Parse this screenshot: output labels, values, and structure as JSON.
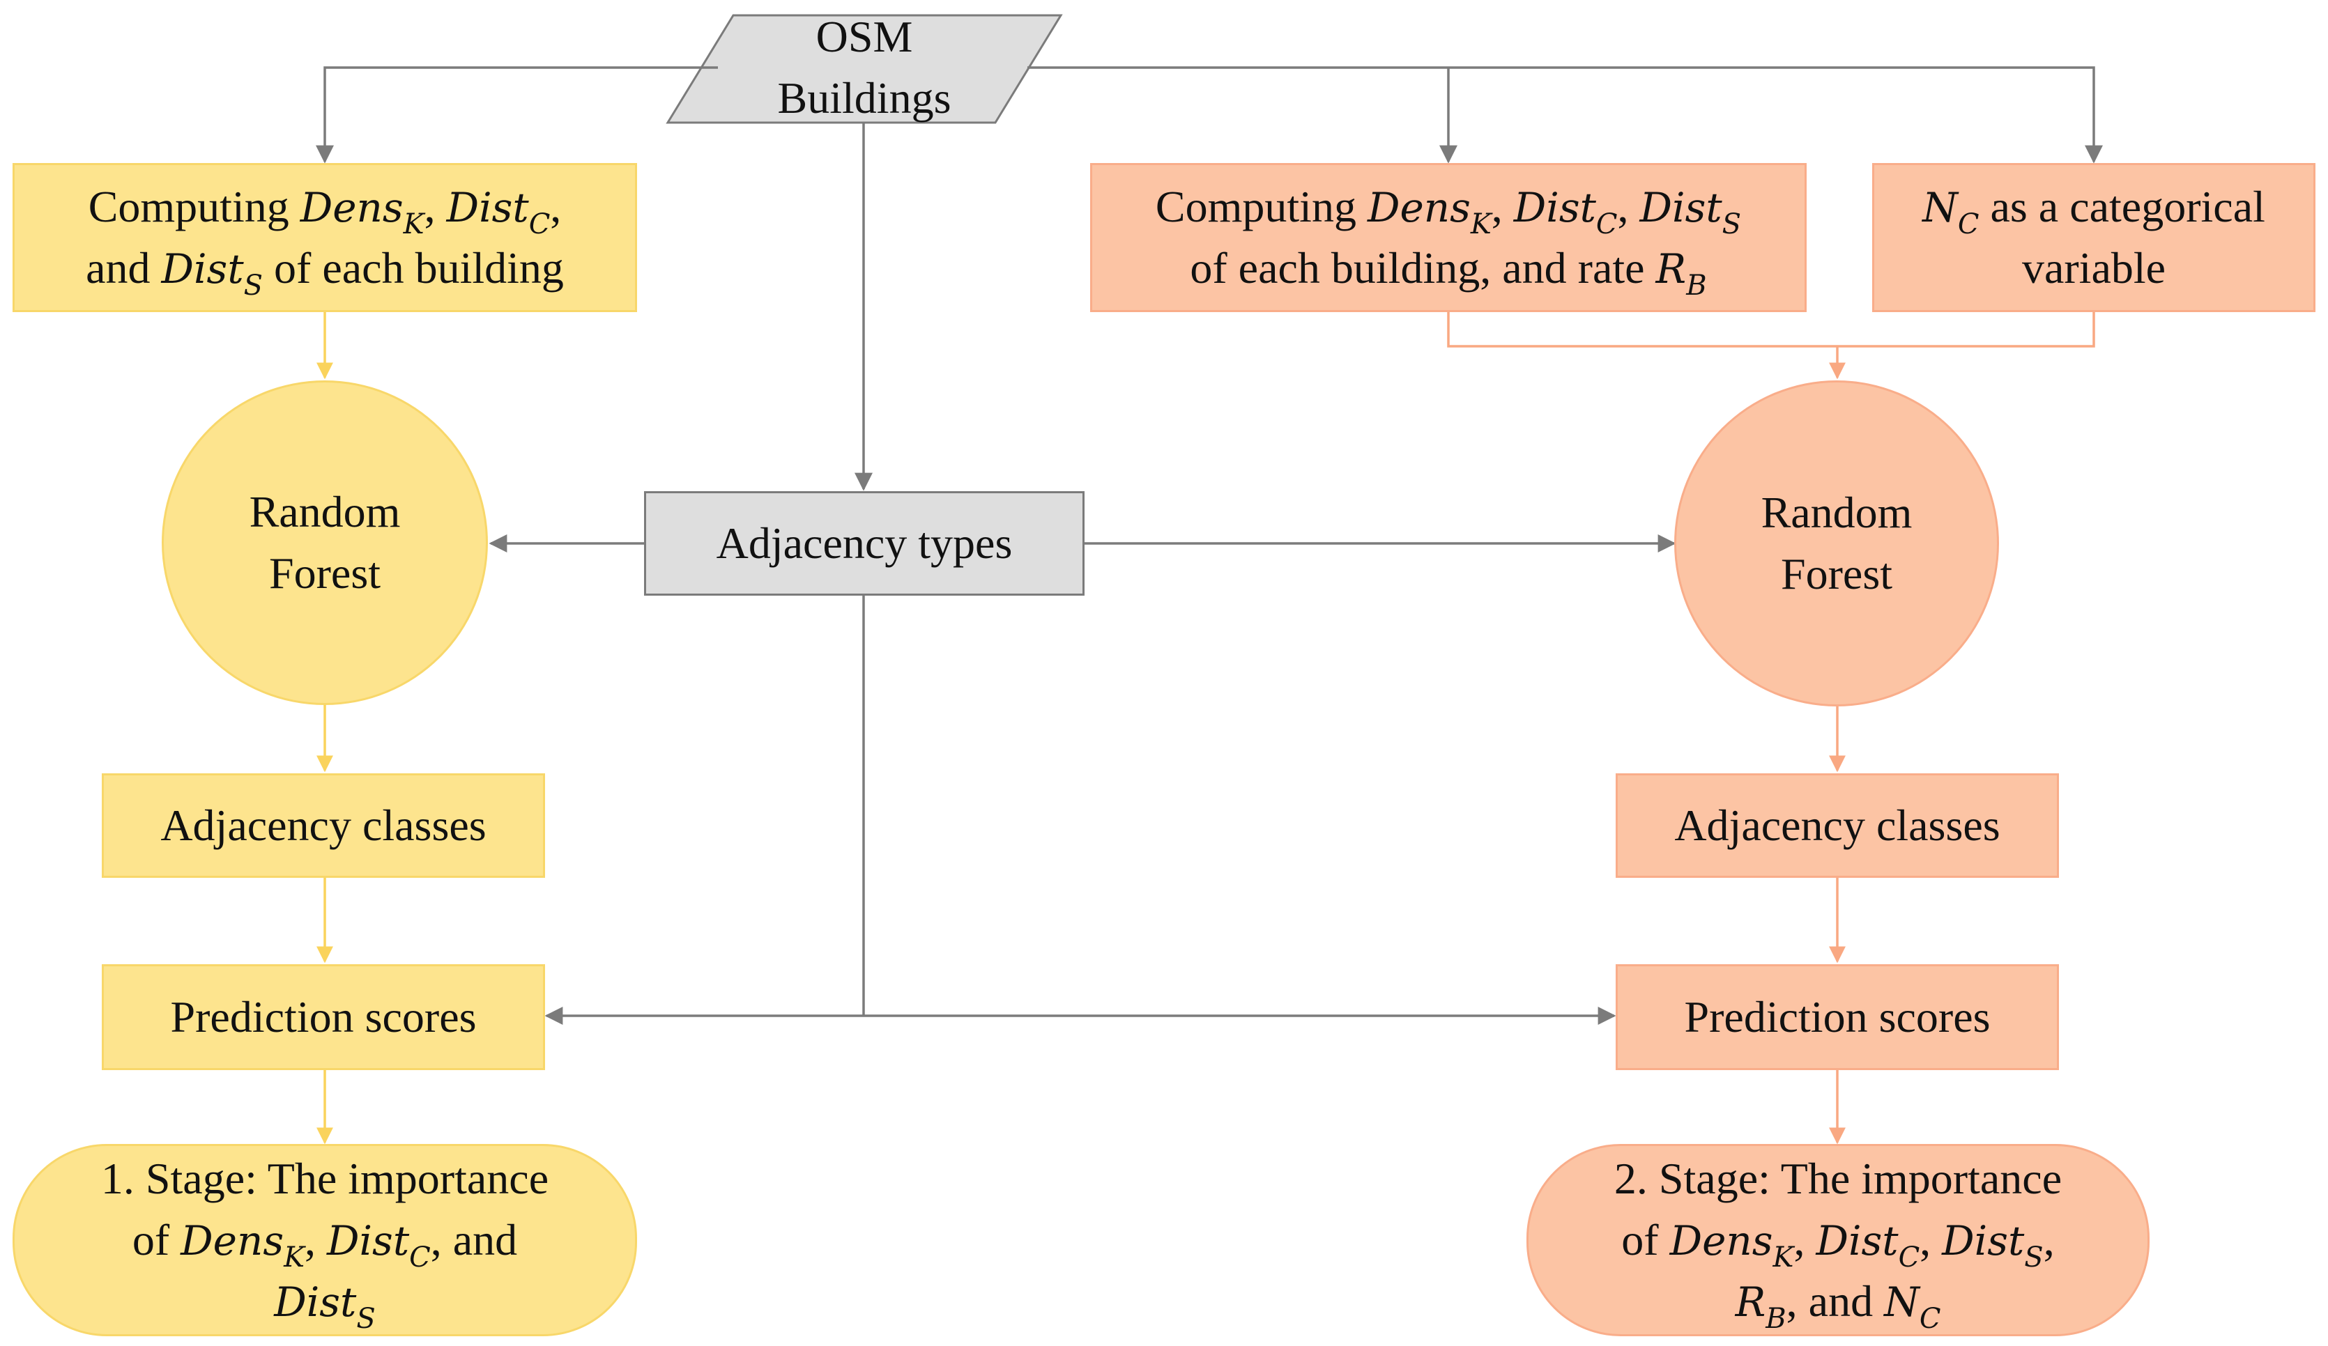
{
  "osm": {
    "line1": "OSM",
    "line2": "Buildings"
  },
  "left": {
    "compute": {
      "w1": "Computing",
      "m_dens": "Dens",
      "s_k": "K",
      "comma1": ",",
      "m_distc": "Dist",
      "s_c": "C",
      "comma2": ",",
      "w2": "and",
      "m_dists": "Dist",
      "s_s": "S",
      "w3": "of each building"
    },
    "rf": {
      "line1": "Random",
      "line2": "Forest"
    },
    "classes": "Adjacency classes",
    "scores": "Prediction scores",
    "stage": {
      "line1": "1. Stage: The importance",
      "w_of": "of",
      "m_dens": "Dens",
      "s_k": "K",
      "comma1": ",",
      "m_distc": "Dist",
      "s_c": "C",
      "w_and": ", and",
      "m_dists": "Dist",
      "s_s": "S"
    }
  },
  "center": {
    "adjacency_types": "Adjacency types"
  },
  "right": {
    "compute": {
      "w1": "Computing",
      "m_dens": "Dens",
      "s_k": "K",
      "comma1": ",",
      "m_distc": "Dist",
      "s_c": "C",
      "comma2": ",",
      "m_dists": "Dist",
      "s_s": "S",
      "w2": "of each building, and rate",
      "m_r": "R",
      "s_b": "B"
    },
    "nc": {
      "m_n": "N",
      "s_c": "C",
      "w1": "as a categorical",
      "w2": "variable"
    },
    "rf": {
      "line1": "Random",
      "line2": "Forest"
    },
    "classes": "Adjacency classes",
    "scores": "Prediction scores",
    "stage": {
      "line1": "2. Stage: The importance",
      "w_of": "of",
      "m_dens": "Dens",
      "s_k": "K",
      "comma1": ",",
      "m_distc": "Dist",
      "s_c": "C",
      "comma2": ",",
      "m_dists": "Dist",
      "s_s": "S",
      "comma3": ",",
      "m_r": "R",
      "s_b": "B",
      "w_and": ", and",
      "m_n": "N",
      "s_nc": "C"
    }
  },
  "colors": {
    "yellow_fill": "#fde48e",
    "orange_fill": "#fcc4a4",
    "gray_fill": "#dedede",
    "gray_line": "#7b7b7b",
    "yellow_line": "#fad35c",
    "orange_line": "#f9a882"
  }
}
